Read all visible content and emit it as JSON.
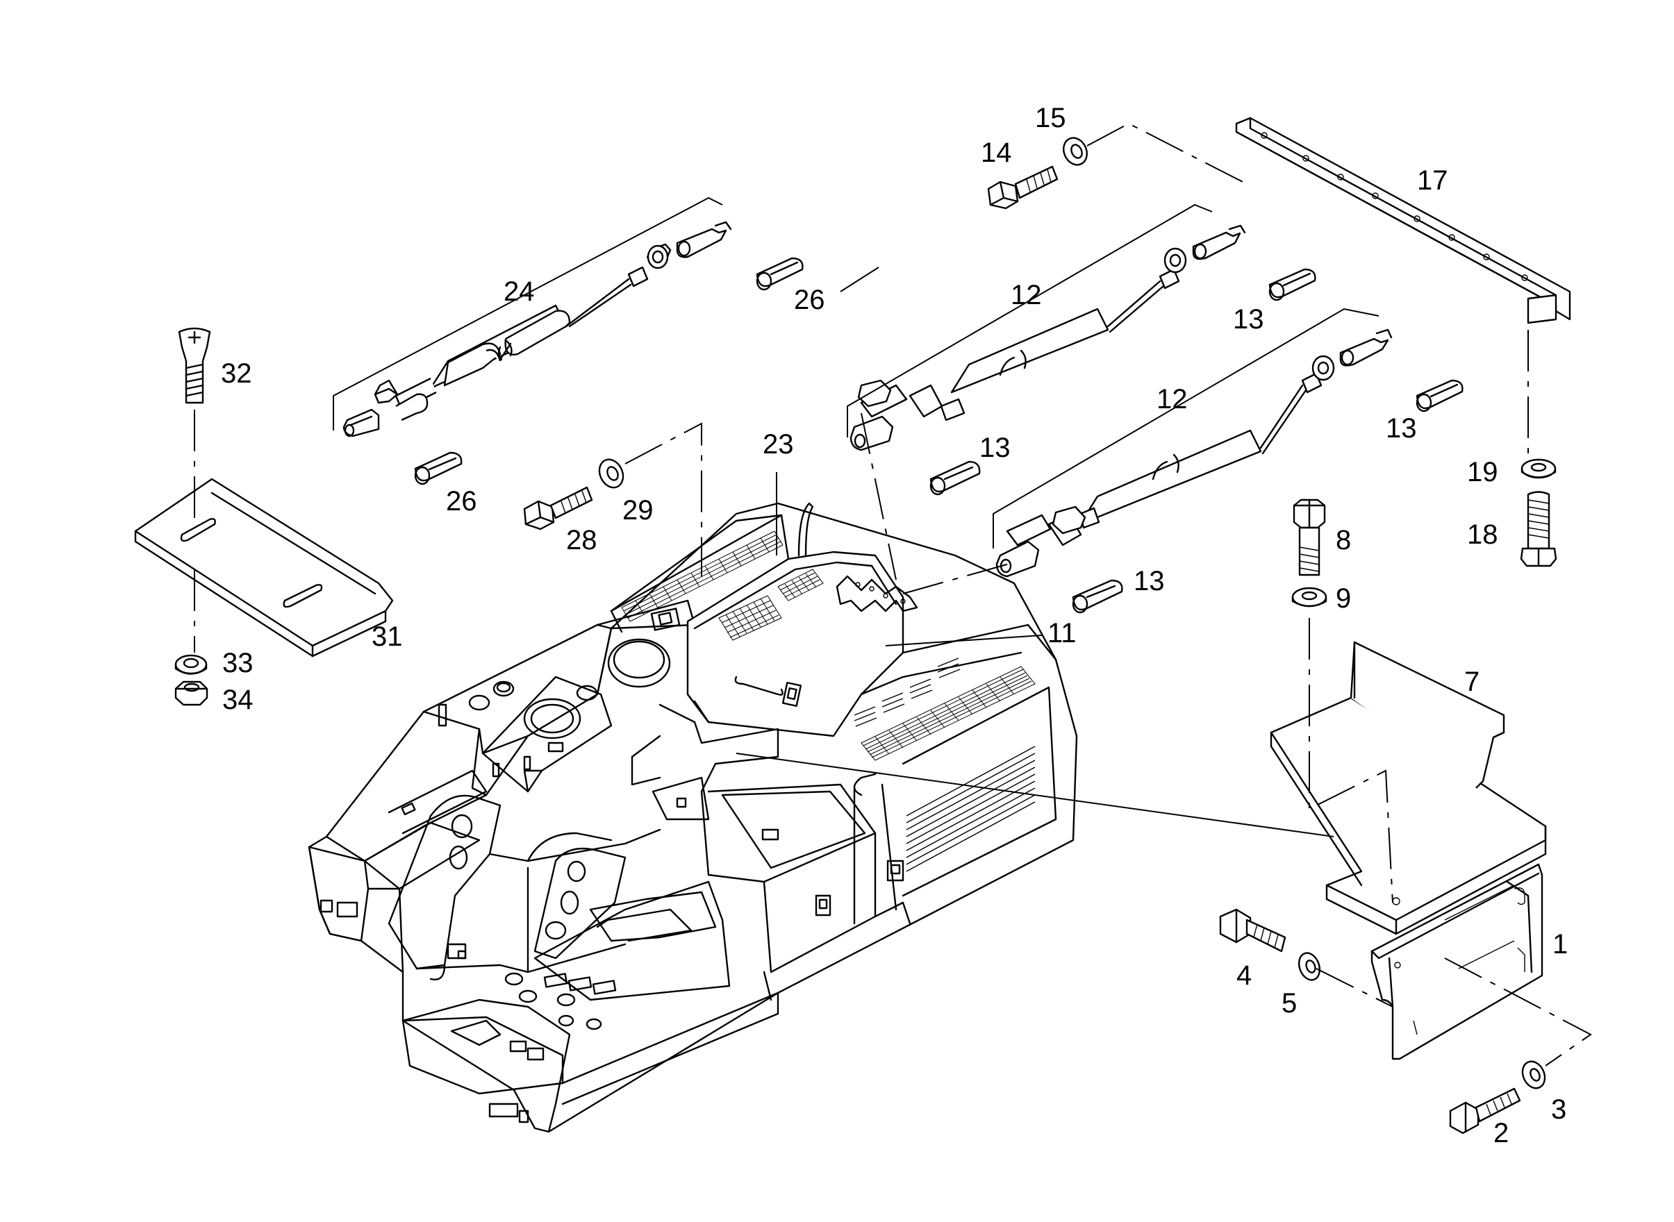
{
  "callouts": {
    "c1": "1",
    "c2": "2",
    "c3": "3",
    "c4": "4",
    "c5": "5",
    "c7": "7",
    "c8": "8",
    "c9": "9",
    "c11": "11",
    "c12a": "12",
    "c12b": "12",
    "c13a": "13",
    "c13b": "13",
    "c13c": "13",
    "c13d": "13",
    "c14": "14",
    "c15": "15",
    "c17": "17",
    "c18": "18",
    "c19": "19",
    "c23": "23",
    "c24": "24",
    "c26a": "26",
    "c26b": "26",
    "c28": "28",
    "c29": "29",
    "c31": "31",
    "c32": "32",
    "c33": "33",
    "c34": "34"
  }
}
